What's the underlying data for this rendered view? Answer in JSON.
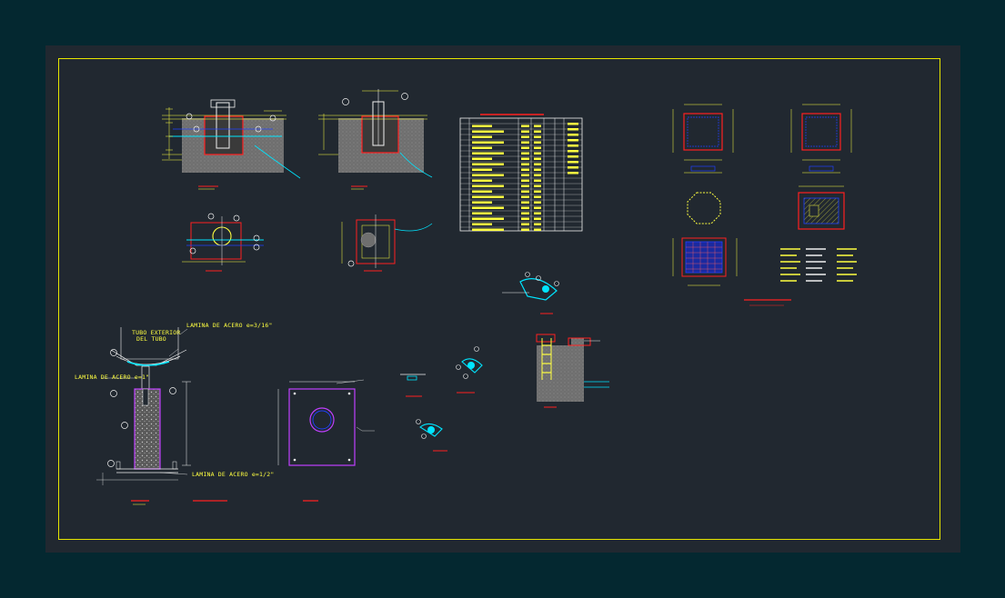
{
  "labels": {
    "tubo_exterior_1": "TUBO EXTERIOR",
    "tubo_exterior_2": "DEL TUBO",
    "lamina_top": "LAMINA DE ACERO e=3/16\"",
    "lamina_left": "LAMINA DE ACERO e=1\"",
    "lamina_bottom": "LAMINA DE ACERO e=1/2\""
  },
  "colors": {
    "background": "#042830",
    "sheet": "#212830",
    "frame": "#e6e600",
    "concrete": "#7f7f7f",
    "red": "#ff2020",
    "yellow": "#ffff40",
    "cyan": "#00e5ff",
    "blue": "#2040ff",
    "magenta": "#c040ff",
    "white": "#f0f0f0"
  }
}
